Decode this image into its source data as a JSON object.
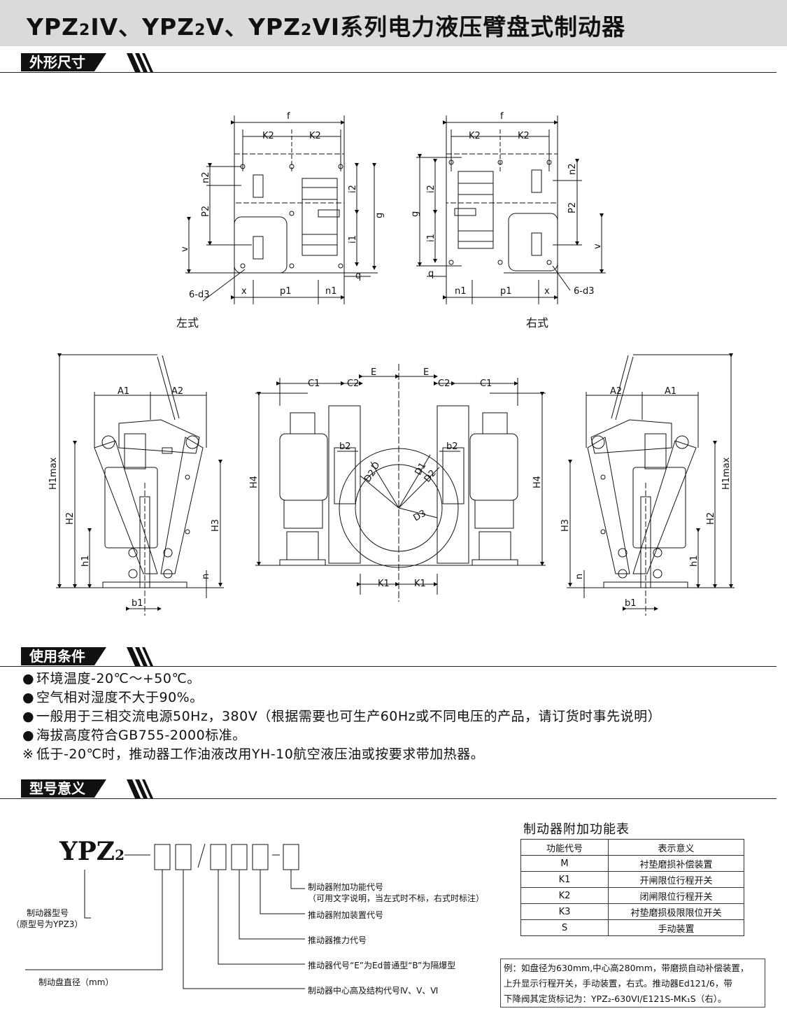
{
  "header": {
    "title_pre": "YPZ",
    "title_sub1": "2",
    "title_mid1": "IV、YPZ",
    "title_sub2": "2",
    "title_mid2": "V、YPZ",
    "title_sub3": "2",
    "title_end": "VI系列电力液压臂盘式制动器"
  },
  "sections": {
    "dimensions": "外形尺寸",
    "conditions": "使用条件",
    "model": "型号意义"
  },
  "drawing": {
    "left_label": "左式",
    "right_label": "右式",
    "dims": {
      "f": "f",
      "K2": "K2",
      "n2": "n2",
      "P2": "P2",
      "v": "v",
      "i2": "i2",
      "i1": "i1",
      "g": "g",
      "q": "q",
      "x": "x",
      "p1": "p1",
      "n1": "n1",
      "d3": "6-d3",
      "A1": "A1",
      "A2": "A2",
      "H1max": "H1max",
      "H2": "H2",
      "H3": "H3",
      "h1": "h1",
      "n": "n",
      "b1": "b1",
      "C1": "C1",
      "C2": "C2",
      "E": "E",
      "b2": "b2",
      "H4": "H4",
      "K1": "K1",
      "D": "D",
      "D1": "D1",
      "D2": "D2",
      "D3": "D3"
    }
  },
  "conditions": [
    {
      "bullet": "●",
      "text": "环境温度-20℃～+50℃。"
    },
    {
      "bullet": "●",
      "text": "空气相对湿度不大于90%。"
    },
    {
      "bullet": "●",
      "text": "一般用于三相交流电源50Hz，380V（根据需要也可生产60Hz或不同电压的产品，请订货时事先说明）"
    },
    {
      "bullet": "●",
      "text": "海拔高度符合GB755-2000标准。"
    },
    {
      "bullet": "※",
      "text": "低于-20℃时，推动器工作油液改用YH-10航空液压油或按要求带加热器。"
    }
  ],
  "model": {
    "code_main": "YPZ",
    "code_sub": "2",
    "labels": {
      "extra_func": "制动器附加功能代号",
      "extra_func_note": "（可用文字说明，当左式时不标，右式时标注）",
      "pusher_device": "推动器附加装置代号",
      "pusher_force": "推动器推力代号",
      "pusher_type": "推动器代号“E”为Ed普通型“B”为隔爆型",
      "center_height": "制动器中心高及结构代号Ⅳ、Ⅴ、Ⅵ",
      "disc_dia": "制动盘直径（mm）",
      "brake_model": "制动器型号",
      "brake_model_note": "（原型号为YPZ3）"
    }
  },
  "function_table": {
    "title": "制动器附加功能表",
    "headers": [
      "功能代号",
      "表示意义"
    ],
    "rows": [
      [
        "M",
        "衬垫磨损补偿装置"
      ],
      [
        "K1",
        "开闸限位行程开关"
      ],
      [
        "K2",
        "闭闸限位行程开关"
      ],
      [
        "K3",
        "衬垫磨损极限限位开关"
      ],
      [
        "S",
        "手动装置"
      ]
    ]
  },
  "example": {
    "line1": "例：如盘径为630mm,中心高280mm，带磨损自动补偿装置，",
    "line2": "上升显示行程开关，手动装置，右式。推动器Ed121/6，带",
    "line3": "下降阀其定货标记为：YPZ₂-630VI/E121S-MK₁S（右）。"
  }
}
